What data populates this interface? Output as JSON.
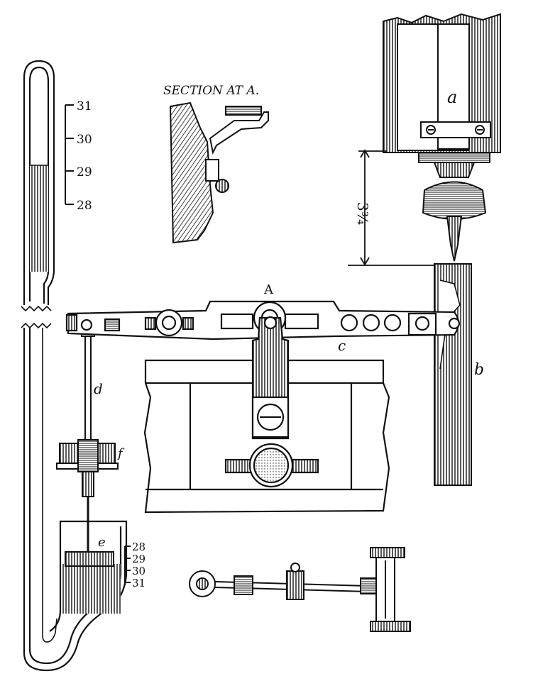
{
  "section_title": "SECTION AT A.",
  "labels": {
    "a": "a",
    "b": "b",
    "c": "c",
    "d": "d",
    "e": "e",
    "f": "f",
    "A": "A",
    "dimension": "3¾"
  },
  "upper_scale": [
    "31",
    "30",
    "29",
    "28"
  ],
  "lower_scale": [
    "28",
    "29",
    "30",
    "31"
  ],
  "colors": {
    "ink": "#111111",
    "paper": "#ffffff"
  }
}
